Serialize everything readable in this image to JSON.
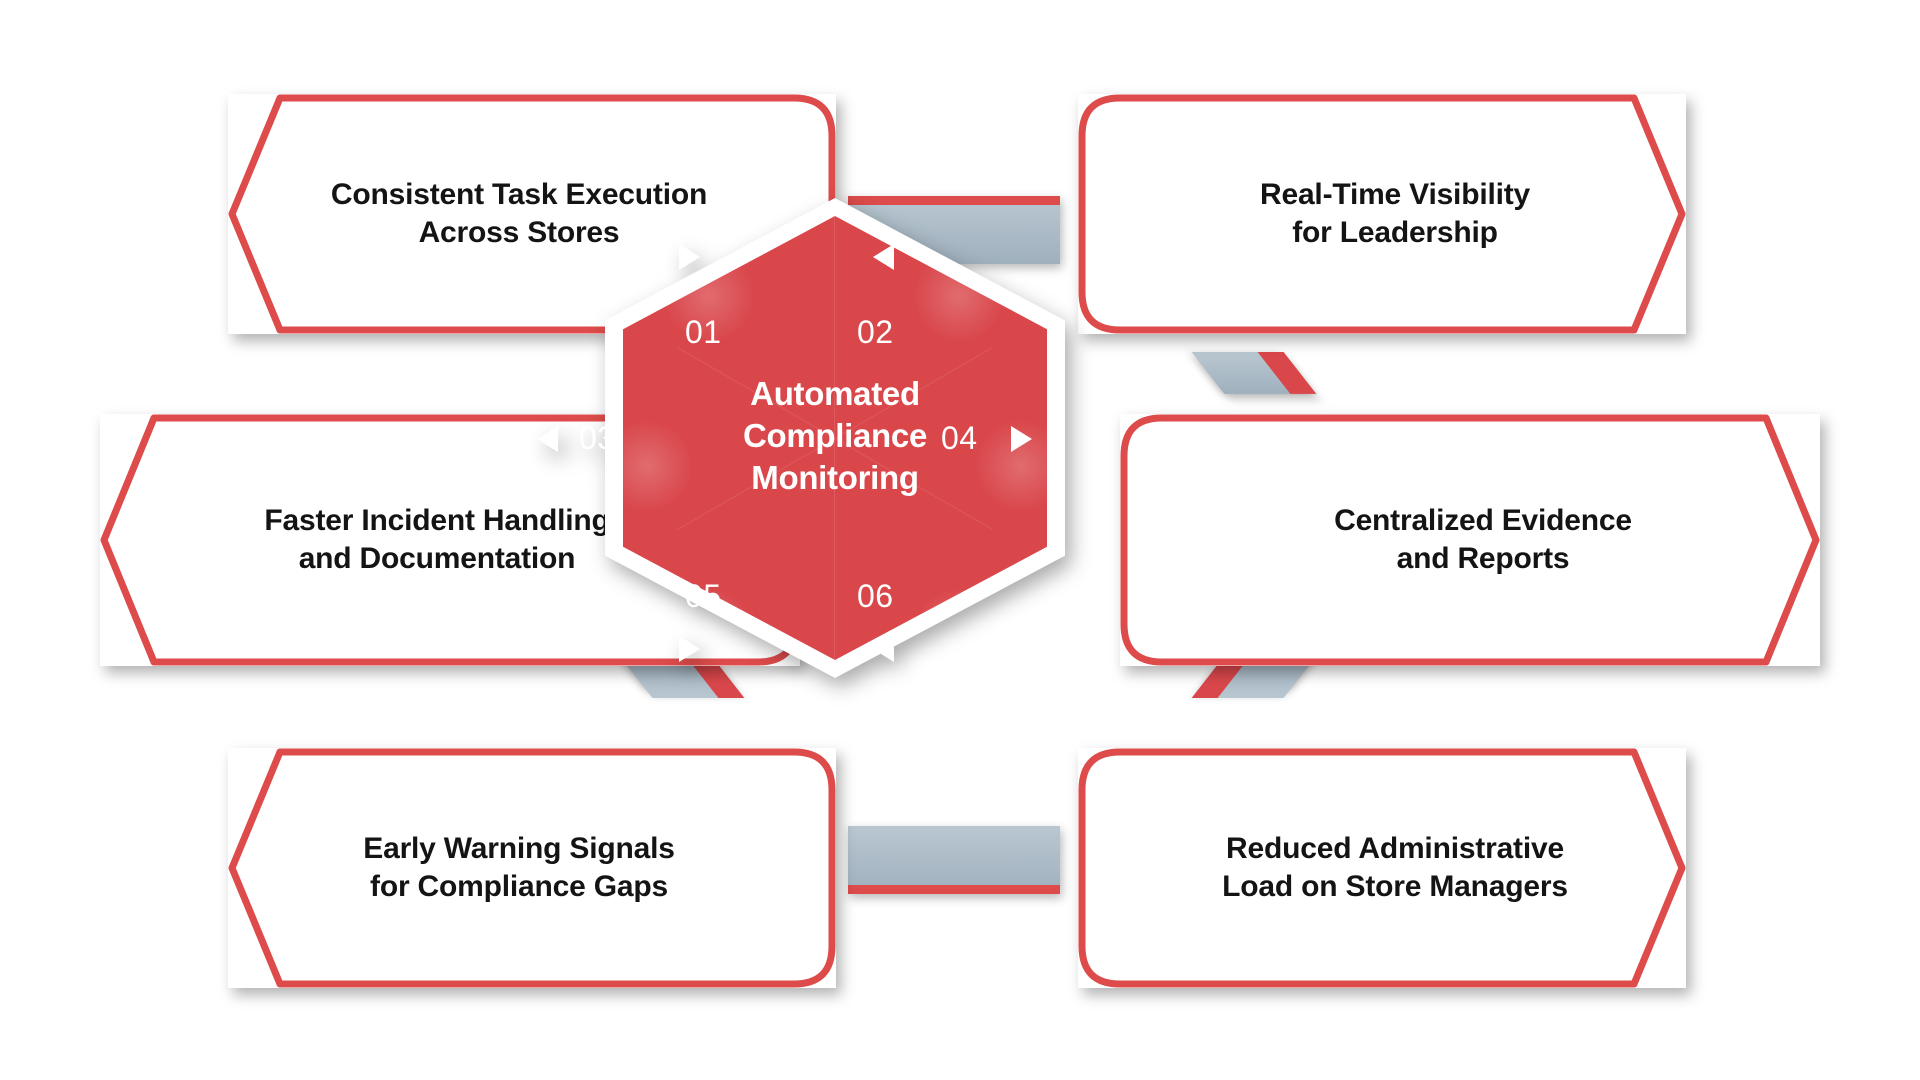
{
  "diagram": {
    "type": "hexagon-hub-and-spoke",
    "center": {
      "title": "Automated\nCompliance\nMonitoring",
      "fill_color": "#d9474b",
      "halo_color": "#ffffff"
    },
    "colors": {
      "accent_red": "#d9474b",
      "border_red": "#dd4b4b",
      "connector_gray": "#a9b9c5",
      "text_dark": "#141414",
      "background": "#ffffff"
    },
    "nodes": [
      {
        "number": "01",
        "label": "Consistent Task Execution\nAcross Stores",
        "side": "left",
        "row": "top",
        "marker": "triangle-right"
      },
      {
        "number": "02",
        "label": "Real-Time Visibility\nfor Leadership",
        "side": "right",
        "row": "top",
        "marker": "triangle-left"
      },
      {
        "number": "03",
        "label": "Faster Incident Handling\nand Documentation",
        "side": "left",
        "row": "middle",
        "marker": "triangle-left"
      },
      {
        "number": "04",
        "label": "Centralized Evidence\nand Reports",
        "side": "right",
        "row": "middle",
        "marker": "triangle-right"
      },
      {
        "number": "05",
        "label": "Early Warning Signals\nfor Compliance Gaps",
        "side": "left",
        "row": "bottom",
        "marker": "triangle-right"
      },
      {
        "number": "06",
        "label": "Reduced Administrative\nLoad on Store Managers",
        "side": "right",
        "row": "bottom",
        "marker": "triangle-left"
      }
    ]
  }
}
